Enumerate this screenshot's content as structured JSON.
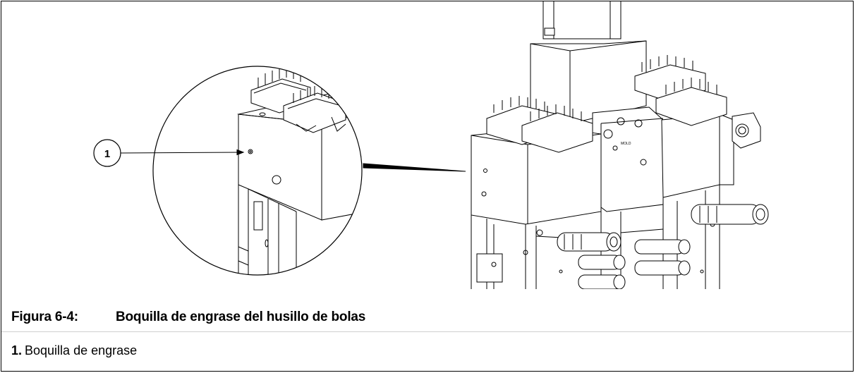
{
  "figure": {
    "number": "Figura 6-4:",
    "title": "Boquilla de engrase del husillo de bolas"
  },
  "callout": {
    "label": "1"
  },
  "legend": {
    "items": [
      {
        "number": "1.",
        "text": "Boquilla de engrase"
      }
    ]
  },
  "colors": {
    "line": "#000000",
    "background": "#ffffff"
  }
}
